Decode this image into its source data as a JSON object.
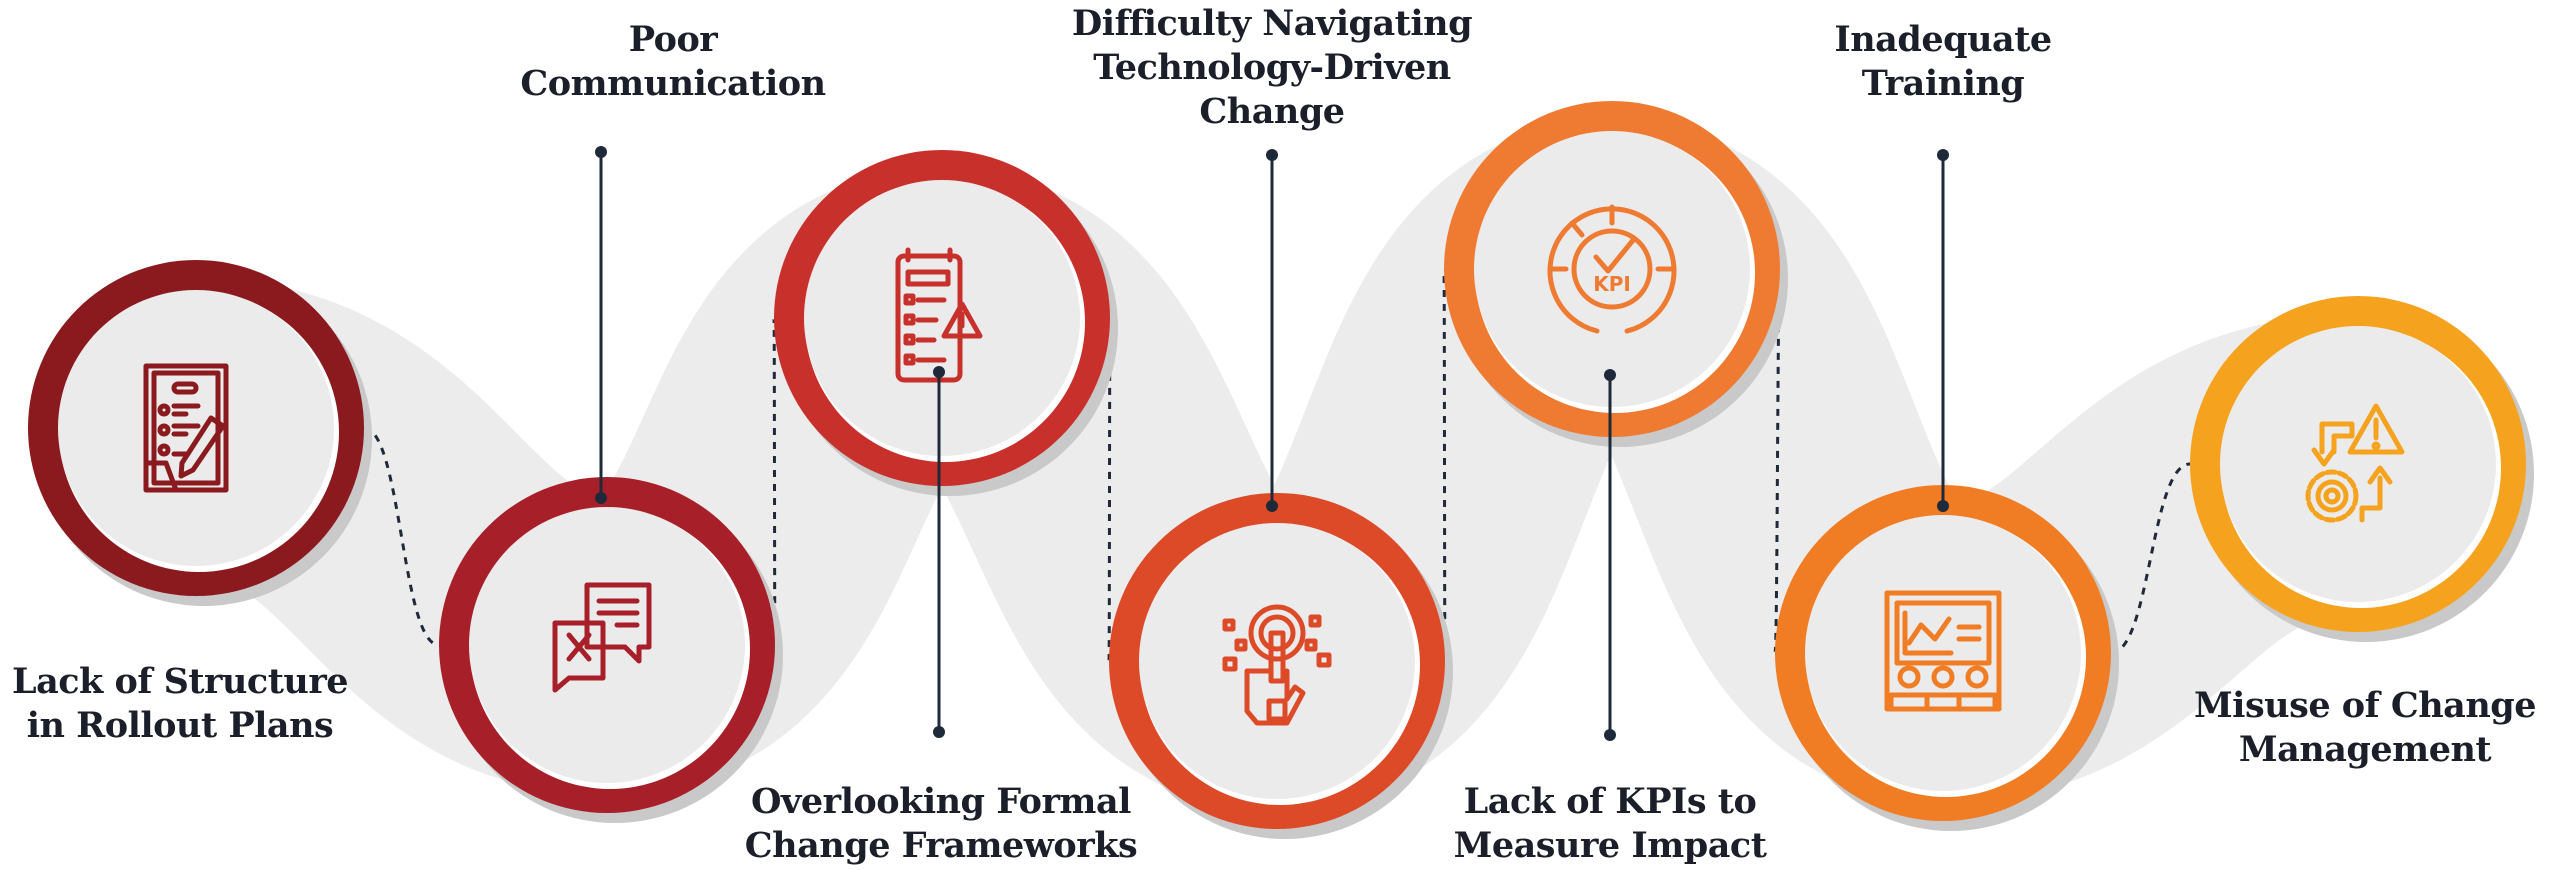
{
  "steps": [
    {
      "label": "Lack of Structure\nin Rollout Plans",
      "icon": "checklist-pen-icon",
      "color": "#8b1a1f"
    },
    {
      "label": "Poor\nCommunication",
      "icon": "chat-error-icon",
      "color": "#a71f29"
    },
    {
      "label": "Overlooking Formal\nChange Frameworks",
      "icon": "clipboard-warning-icon",
      "color": "#c8302b"
    },
    {
      "label": "Difficulty Navigating\nTechnology-Driven\nChange",
      "icon": "tech-touch-icon",
      "color": "#dd4a27"
    },
    {
      "label": "Lack of KPIs to\nMeasure Impact",
      "icon": "kpi-gauge-icon",
      "color": "#ef7a32"
    },
    {
      "label": "Inadequate\nTraining",
      "icon": "training-presentation-icon",
      "color": "#f07c24"
    },
    {
      "label": "Misuse of Change\nManagement",
      "icon": "gear-warning-arrows-icon",
      "color": "#f5a31f"
    }
  ],
  "kpi_text": "KPI",
  "colors": {
    "ribbon": "#ececec",
    "face": "#ebebeb",
    "line": "#1e2a3a",
    "text": "#1b1f2a"
  }
}
